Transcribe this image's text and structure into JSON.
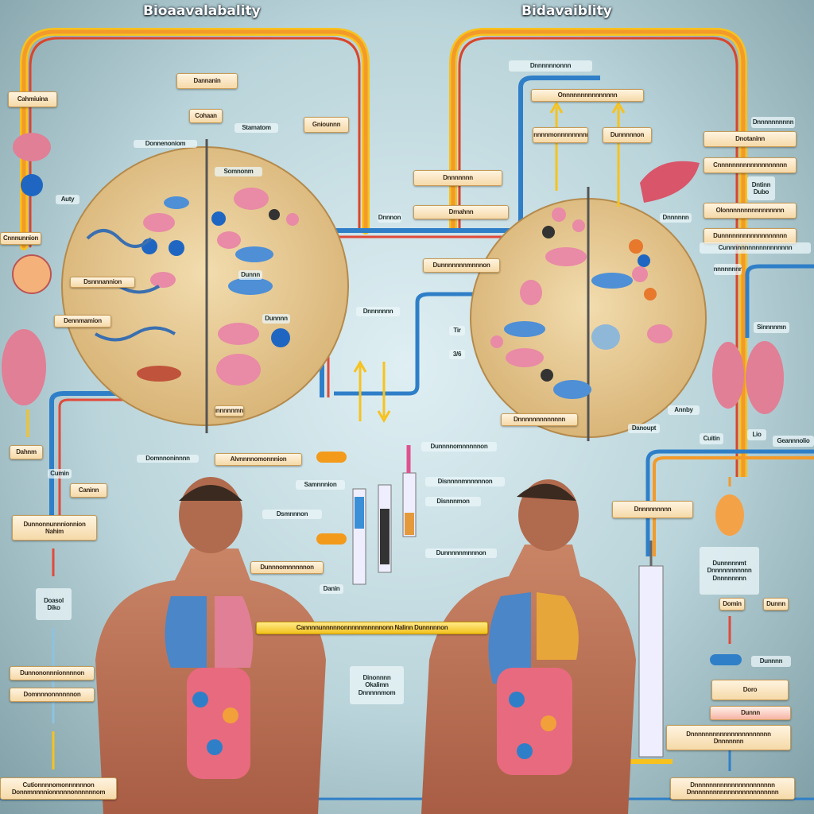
{
  "titles": {
    "left": "Bioaavalabality",
    "right": "Bidavaiblity"
  },
  "labels": [
    "Cahmiuina",
    "Dannanin",
    "Cohaan",
    "Stamatom",
    "Gniounnn",
    "Donnenoniom",
    "Cnnnunnion",
    "Dsnnnannion",
    "Dennmamion",
    "Somnonm",
    "Dahnm",
    "Caninn",
    "Dunnonnunnnionnion\nNahim",
    "Doasol\nDiko",
    "Dunnononnnionnnnon",
    "Domnnnonnnnnnon",
    "Cutionnnnomonnnnnnon\nDonnmnnnnionnnnnonnnnnnom",
    "Domnnoninnnn",
    "Alvnnnnomonnnion",
    "Samnnnion",
    "Dsmnnnon",
    "Dunnnomnnnnnon",
    "Danin",
    "Dunnnnomnnnnnon",
    "Disnnnnmnnnnnon",
    "Disnnnmon",
    "Dunnnnnmnnnon",
    "Cannnnunnnnnonnnnnmnnnnonn Nalinn Dunnnnnon",
    "Dinonnnn\nOkalimn\nDnnnnnmom",
    "Dnnnnnnonnn",
    "Onnnnnnnnnnnnnnn",
    "Cnnnnnnmonnnnnnnnnmn",
    "Dunnnnnon",
    "Dnnnnnnn",
    "Drnahnn",
    "Dunnnnnnnmnnnon",
    "Dnnnnnnnnnn",
    "Dnotaninn",
    "Cnnnnnnnnnnnnnnnnnnn",
    "Olonnnnnnnnnnnnnnnn",
    "Dunnnnnnnnnnnnnnnnnn",
    "Cunnnnnnnnnnnnnnnnnn",
    "Dnnnnnnnnnnnnnnnnnnnnnnn",
    "Dunnn",
    "Dntinn\nDubo",
    "Sinnnnmn",
    "Annby",
    "Danoupt",
    "Dnnnnnnnnnnnnn",
    "Dnnnnnnnnn",
    "Dunnnnnmt\nDnnnnnnnnnnn\nDnnnnnnnn",
    "Domin",
    "Dunnnn",
    "Doro",
    "Dunnn",
    "Dnnnnnnnnnnnnnnnnnnnnnn\nDnnnnnnn",
    "Dnnnnnnnnnnnnnnnnnnnnnn\nDnnnnnnnnnnnnnnnnnnnnnnnn",
    "Cuitin",
    "Lio",
    "Geannnolio",
    "Dnnnnnnn",
    "Tir",
    "3/6",
    "Auty",
    "Dnnnon",
    "Dnnnnnn",
    "Dunnn",
    "Dunnnn",
    "Cumin",
    "Dunnnnnmnnn"
  ],
  "colors": {
    "pipe_orange": "#f39a2a",
    "pipe_red": "#d9452b",
    "pipe_yellow": "#f7c21d",
    "pipe_blue": "#2f7fc8",
    "circle_fill": "#e9c890",
    "background": "#c6dde2"
  }
}
